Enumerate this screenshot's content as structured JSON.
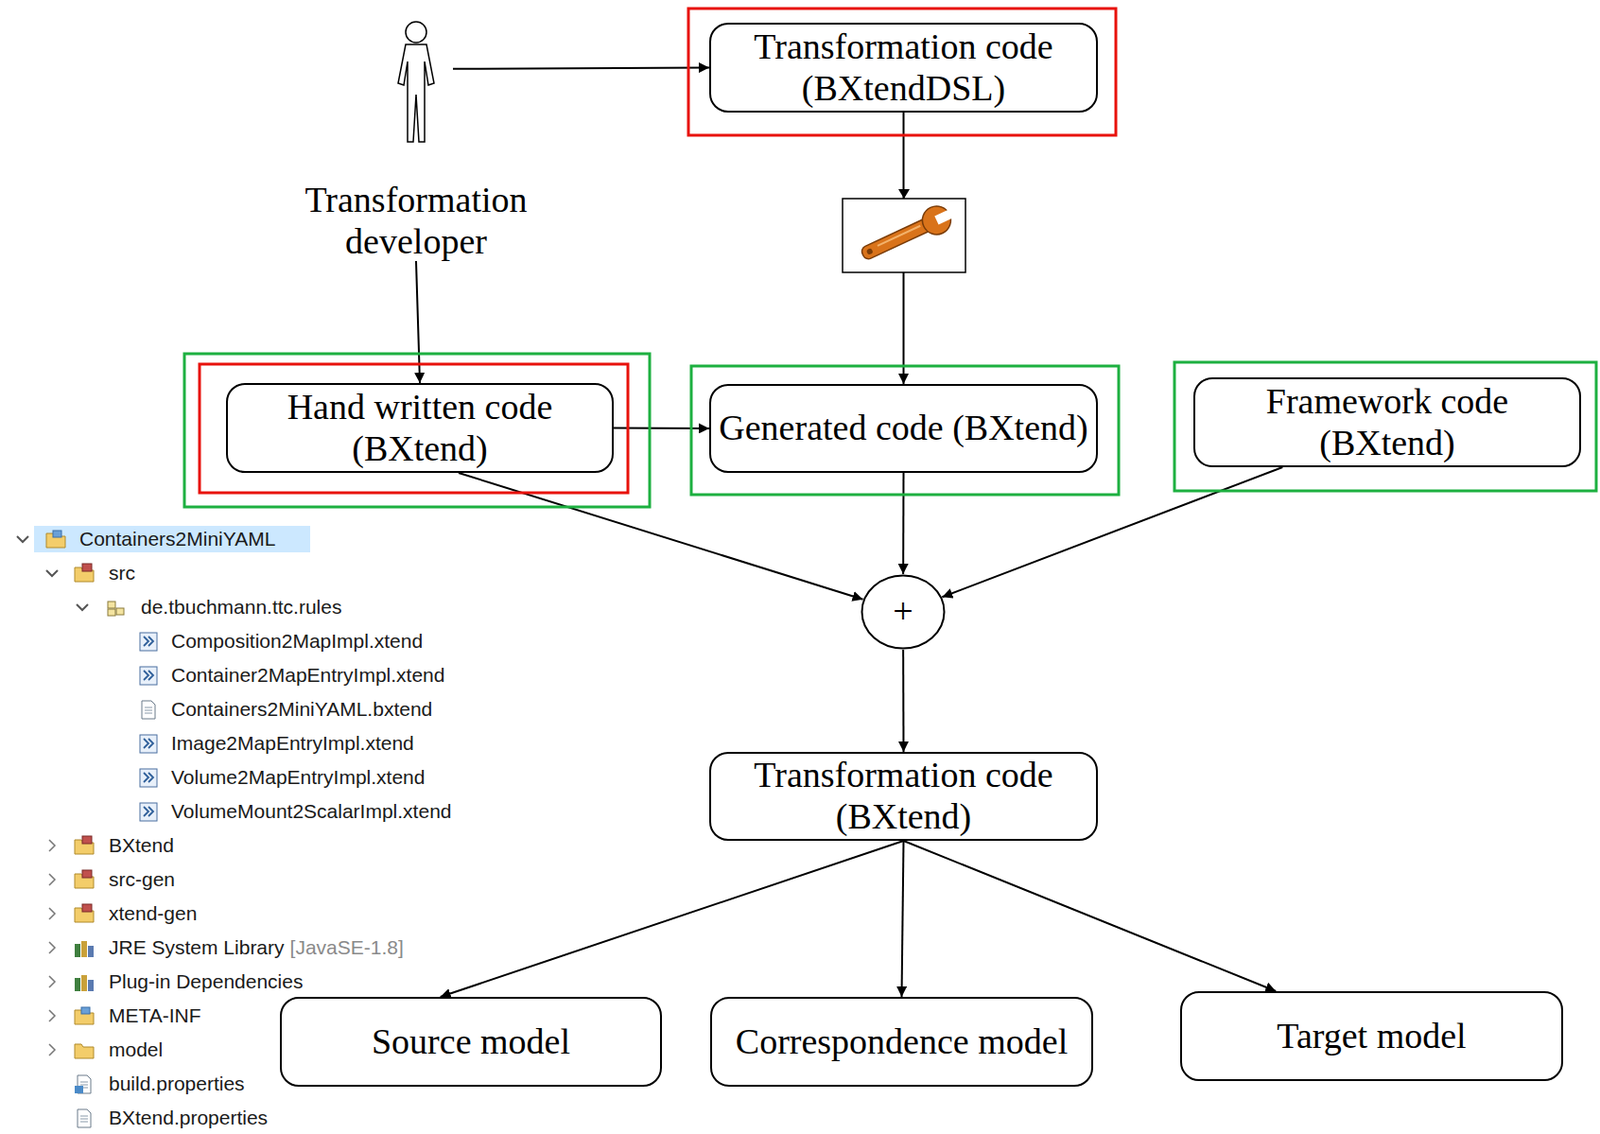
{
  "diagram": {
    "nodes": [
      {
        "text": [
          "Transformation developer"
        ]
      },
      {
        "text": [
          "Transformation code (BXtendDSL)"
        ]
      },
      {
        "text": [
          "Hand written code (BXtend)"
        ]
      },
      {
        "text": [
          "Generated code (BXtend)"
        ]
      },
      {
        "text": [
          "Framework code (BXtend)"
        ]
      },
      {
        "text": [
          "+"
        ]
      },
      {
        "text": [
          "Transformation code (BXtend)"
        ]
      },
      {
        "text": [
          "Source model"
        ]
      },
      {
        "text": [
          "Correspondence model"
        ]
      },
      {
        "text": [
          "Target model"
        ]
      }
    ],
    "edges": [
      {
        "from": 0,
        "to": 1,
        "arrow": "to"
      },
      {
        "from": 0,
        "to": 2,
        "arrow": "to"
      },
      {
        "from": 1,
        "to": 3,
        "arrow": "to"
      },
      {
        "from": 2,
        "to": 3,
        "arrow": "to"
      },
      {
        "from": 2,
        "to": 5,
        "arrow": "to"
      },
      {
        "from": 3,
        "to": 5,
        "arrow": "to"
      },
      {
        "from": 4,
        "to": 5,
        "arrow": "to"
      },
      {
        "from": 5,
        "to": 6,
        "arrow": "to"
      },
      {
        "from": 6,
        "to": 7,
        "arrow": "to"
      },
      {
        "from": 6,
        "to": 8,
        "arrow": "to"
      },
      {
        "from": 6,
        "to": 9,
        "arrow": "to"
      }
    ],
    "labels": [
      "Containers2MiniYAML",
      "src",
      "de.tbuchmann.ttc.rules",
      "Composition2MapImpl.xtend",
      "Container2MapEntryImpl.xtend",
      "Containers2MiniYAML.bxtend",
      "Image2MapEntryImpl.xtend",
      "Volume2MapEntryImpl.xtend",
      "VolumeMount2ScalarImpl.xtend",
      "BXtend",
      "src-gen",
      "xtend-gen",
      "JRE System Library",
      "[JavaSE-1.8]",
      "Plug-in Dependencies",
      "META-INF",
      "model",
      "build.properties",
      "BXtend.properties"
    ]
  }
}
